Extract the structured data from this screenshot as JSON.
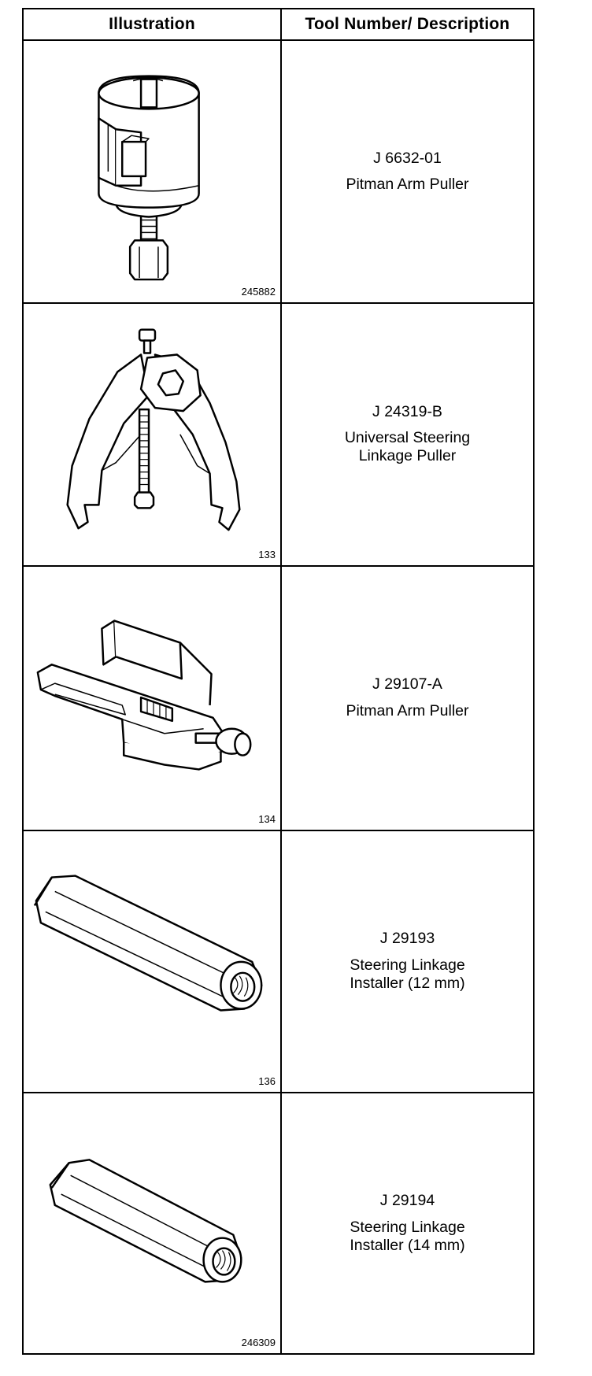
{
  "table": {
    "headers": [
      "Illustration",
      "Tool Number/ Description"
    ],
    "rows": [
      {
        "caption": "245882",
        "number": "J 6632-01",
        "desc1": "Pitman Arm Puller",
        "desc2": "",
        "icon": "pitman-arm-puller-icon"
      },
      {
        "caption": "133",
        "number": "J 24319-B",
        "desc1": "Universal Steering",
        "desc2": "Linkage Puller",
        "icon": "universal-steering-linkage-puller-icon"
      },
      {
        "caption": "134",
        "number": "J 29107-A",
        "desc1": "Pitman Arm Puller",
        "desc2": "",
        "icon": "pitman-arm-puller-yoke-icon"
      },
      {
        "caption": "136",
        "number": "J 29193",
        "desc1": "Steering Linkage",
        "desc2": "Installer (12 mm)",
        "icon": "steering-linkage-installer-12mm-icon"
      },
      {
        "caption": "246309",
        "number": "J 29194",
        "desc1": "Steering Linkage",
        "desc2": "Installer (14 mm)",
        "icon": "steering-linkage-installer-14mm-icon"
      }
    ]
  }
}
